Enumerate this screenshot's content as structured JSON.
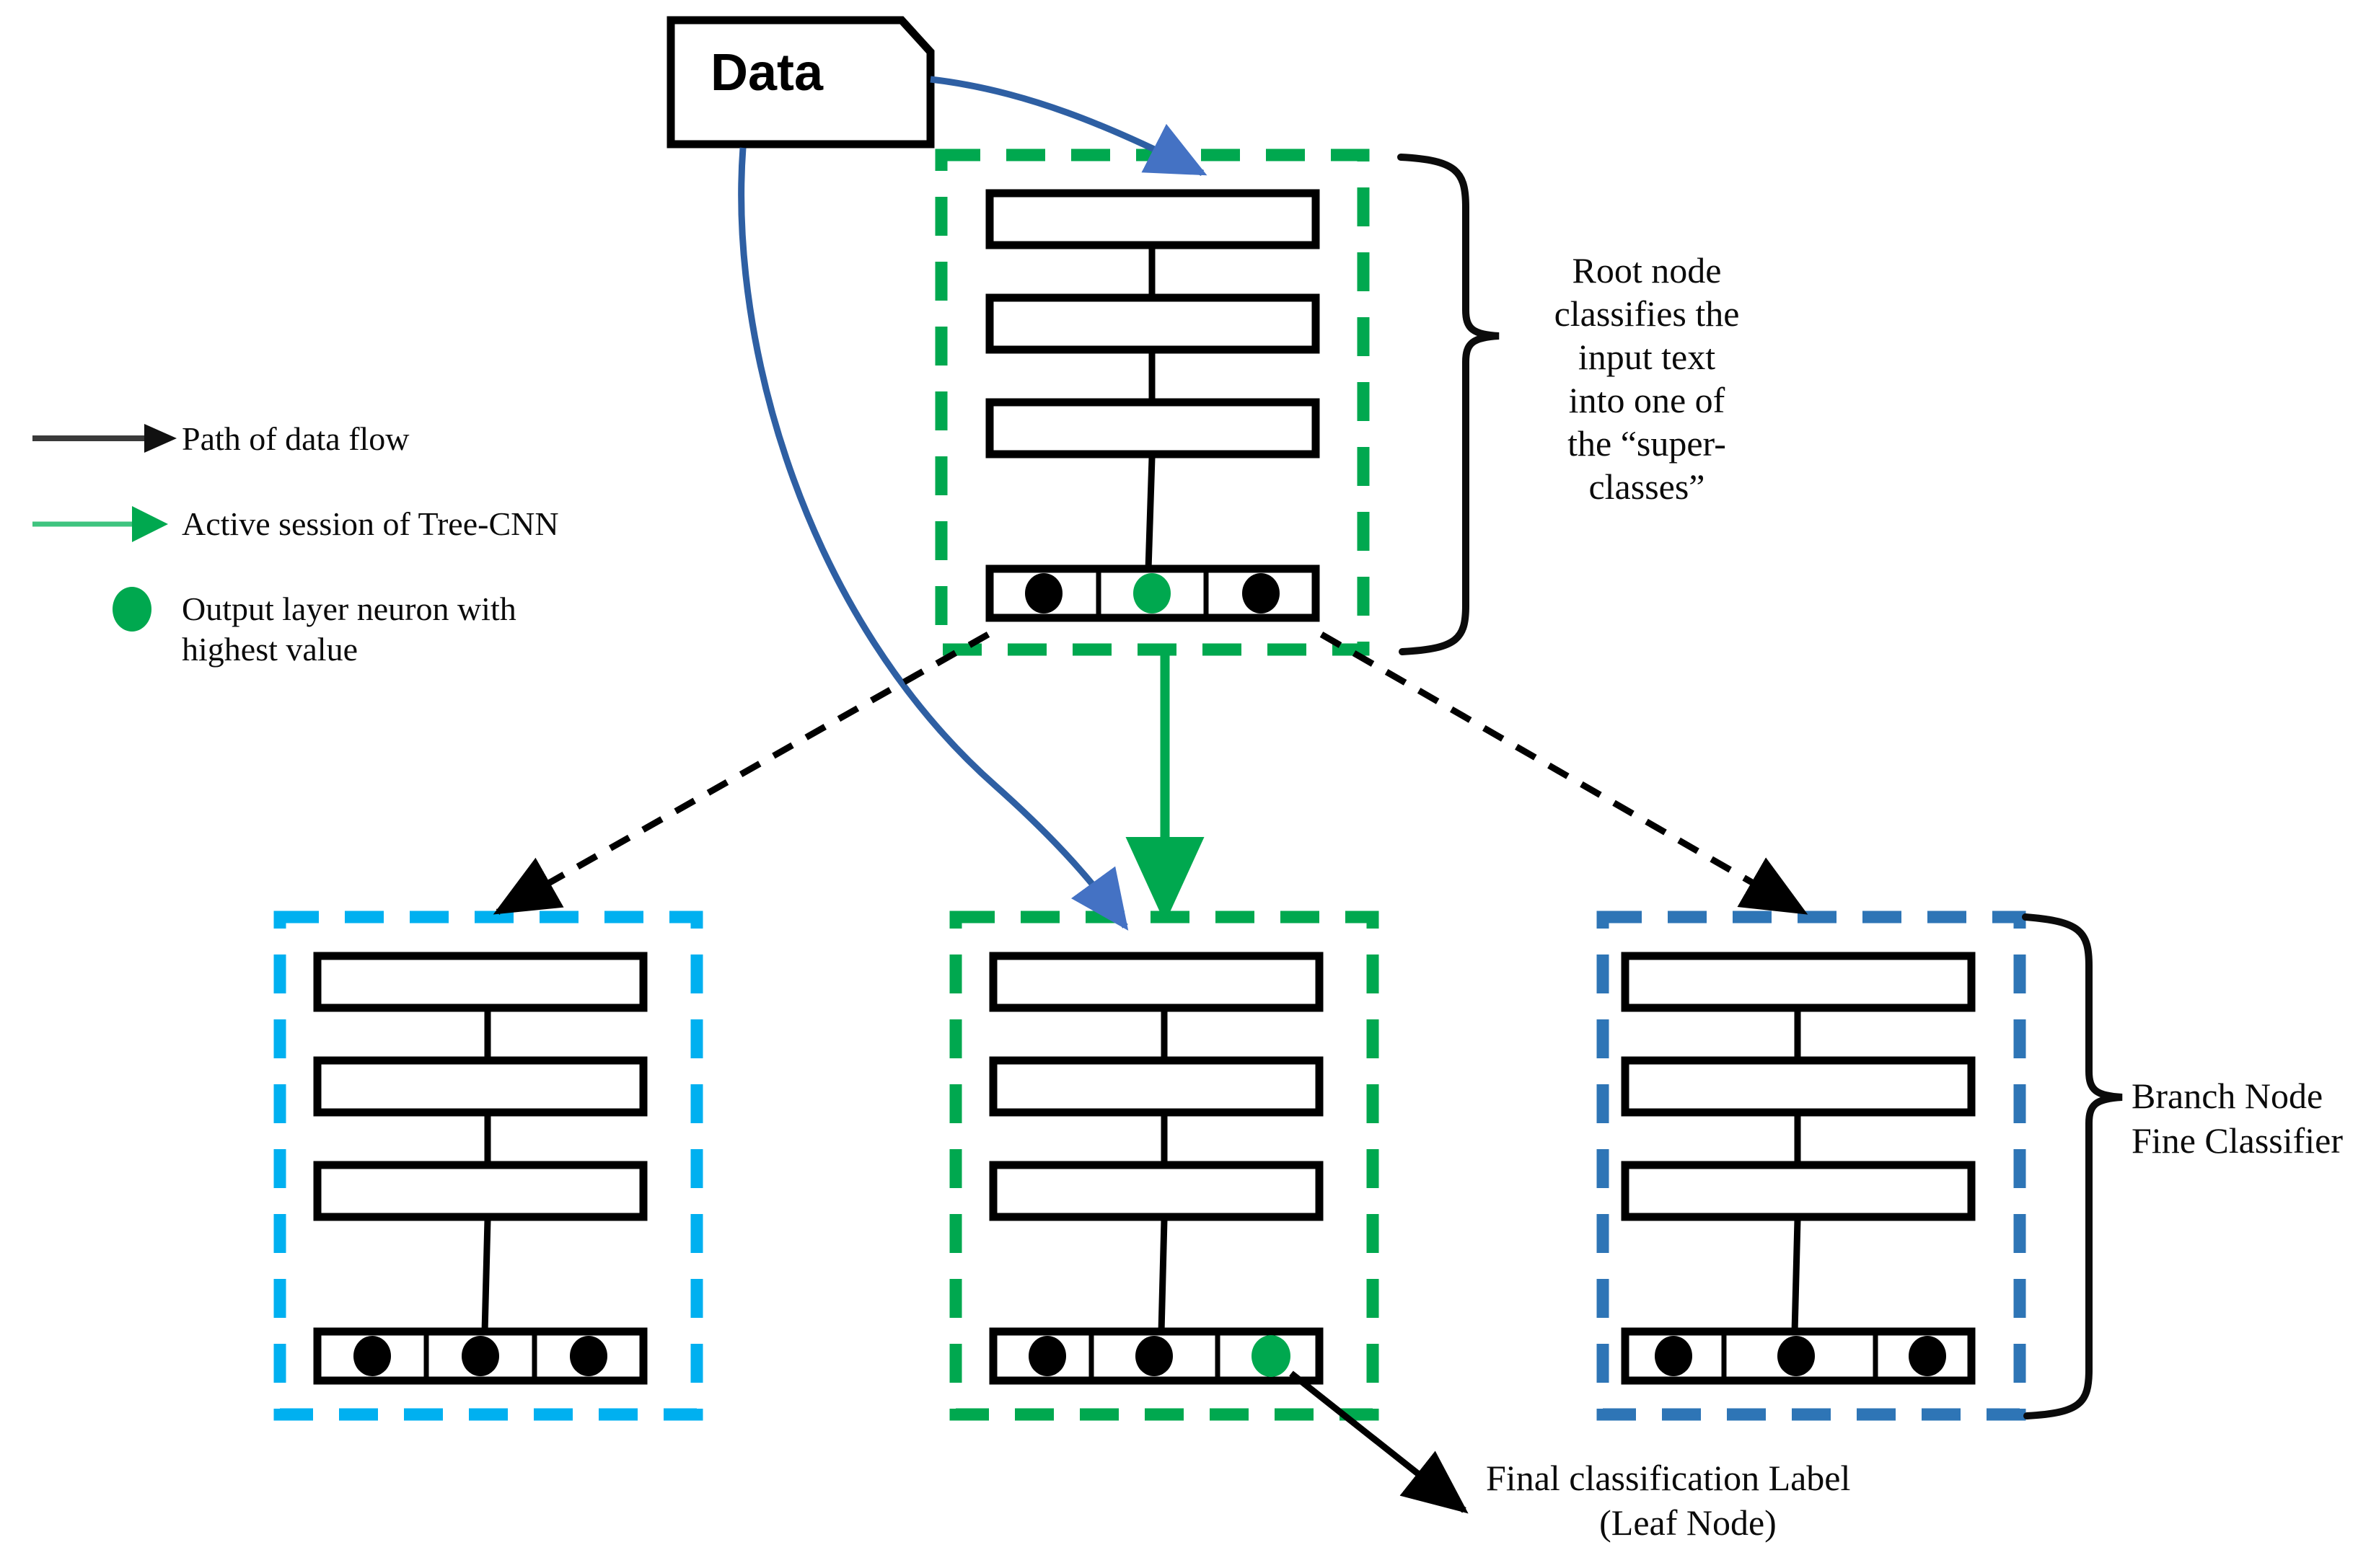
{
  "figure": {
    "title": "Tree-CNN hierarchical text classification data flow diagram",
    "background": "#ffffff"
  },
  "colors": {
    "green": "#00A84F",
    "cyan": "#00B0F0",
    "steel_blue": "#2E75B6",
    "royal_blue": "#4472C4",
    "black": "#000000",
    "legend_arrow_black": "#3a3a3a"
  },
  "data_node": {
    "label": "Data",
    "shape": "banner-clipped-corner"
  },
  "legend": {
    "items": [
      {
        "icon": "black-arrow-icon",
        "label": "Path of data flow",
        "color": "#1a1a1a"
      },
      {
        "icon": "green-arrow-icon",
        "label": "Active session of Tree-CNN",
        "color": "#00A84F"
      },
      {
        "icon": "green-dot-icon",
        "label_line1": "Output layer neuron with",
        "label_line2": "highest value",
        "color": "#00A84F"
      }
    ]
  },
  "annotations": {
    "root_brace_text": "Root node classifies the input text into one of the “super-classes”",
    "root_brace_lines": [
      "Root node",
      "classifies the",
      "input text",
      "into one of",
      "the “super-",
      "classes”"
    ],
    "branch_brace_lines": [
      "Branch Node",
      "Fine Classifier"
    ],
    "leaf_label_lines": [
      "Final classification Label",
      "(Leaf Node)"
    ]
  },
  "nodes": [
    {
      "id": "root",
      "role": "root-node",
      "border_color": "#00A84F",
      "border_style": "dashed",
      "layers": 3,
      "output_cells": 3,
      "output_dots": [
        "black",
        "green",
        "black"
      ],
      "active": true
    },
    {
      "id": "leaf-left",
      "role": "branch-node",
      "border_color": "#00B0F0",
      "border_style": "dashed",
      "layers": 3,
      "output_cells": 3,
      "output_dots": [
        "black",
        "black",
        "black"
      ],
      "active": false
    },
    {
      "id": "leaf-center",
      "role": "branch-node",
      "border_color": "#00A84F",
      "border_style": "dashed",
      "layers": 3,
      "output_cells": 3,
      "output_dots": [
        "black",
        "black",
        "green"
      ],
      "active": true
    },
    {
      "id": "leaf-right",
      "role": "branch-node",
      "border_color": "#2E75B6",
      "border_style": "dashed",
      "layers": 3,
      "output_cells": 3,
      "output_dots": [
        "black",
        "black",
        "black"
      ],
      "active": false
    }
  ],
  "edges": [
    {
      "from": "data",
      "to": "root",
      "style": "solid-curve",
      "color": "#4472C4",
      "meaning": "data input to root"
    },
    {
      "from": "data",
      "to": "leaf-center",
      "style": "solid-curve",
      "color": "#4472C4",
      "meaning": "data input to selected leaf"
    },
    {
      "from": "root",
      "to": "leaf-left",
      "style": "dashed",
      "color": "#000000",
      "meaning": "possible branch"
    },
    {
      "from": "root",
      "to": "leaf-center",
      "style": "solid-arrow",
      "color": "#00A84F",
      "meaning": "active branch"
    },
    {
      "from": "root",
      "to": "leaf-right",
      "style": "dashed",
      "color": "#000000",
      "meaning": "possible branch"
    },
    {
      "from": "leaf-center-output",
      "to": "leaf-label",
      "style": "solid-arrow",
      "color": "#000000",
      "meaning": "final classification label"
    }
  ]
}
